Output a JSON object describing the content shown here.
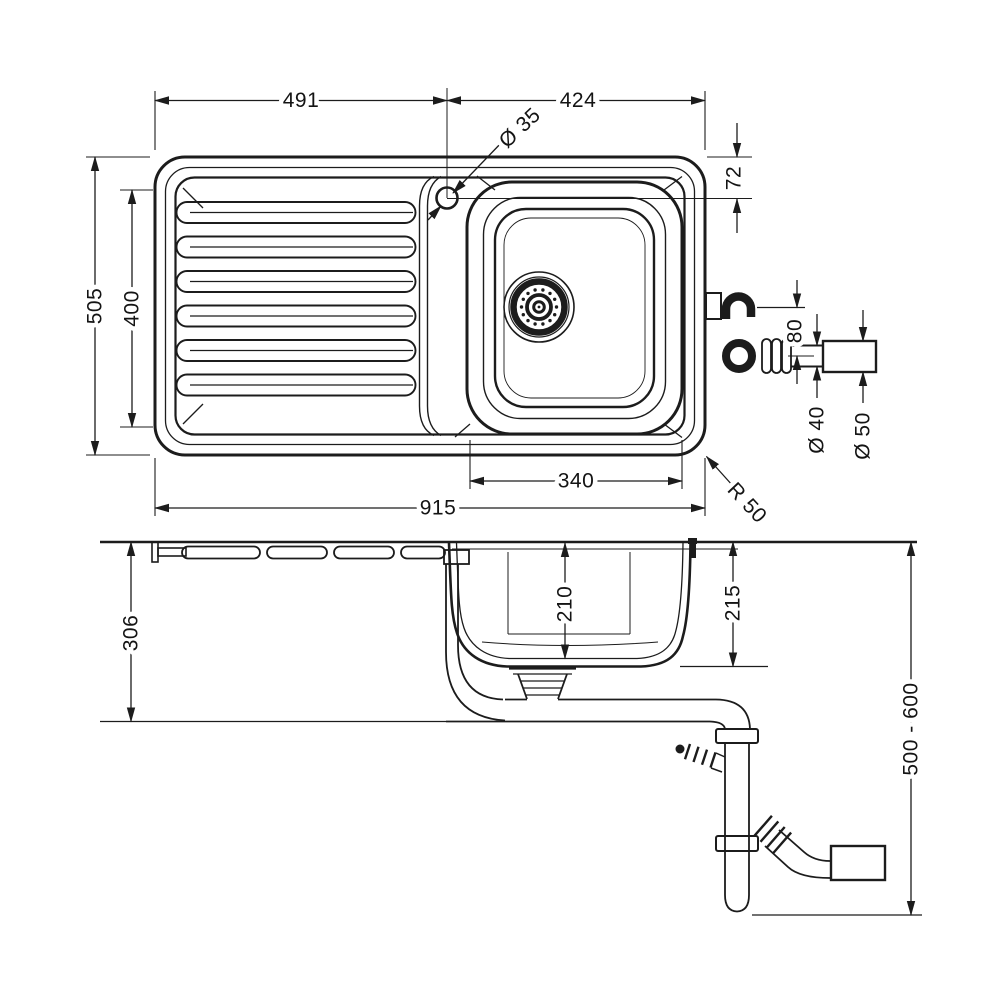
{
  "meta": {
    "type": "technical-dimension-drawing",
    "subject": "kitchen inset sink with drainboard, single bowl and drain plumbing",
    "colors": {
      "line": "#1c1c1c",
      "background": "#ffffff"
    }
  },
  "dimensions": {
    "top_width_left": "491",
    "top_width_right": "424",
    "faucet_hole_diameter": "Ø 35",
    "rim_to_bowl": "72",
    "overall_depth": "505",
    "drainboard_length": "400",
    "bowl_width": "340",
    "overall_width": "915",
    "corner_radius": "R 50",
    "overflow_offset": "80",
    "waste_pipe_diameter": "Ø 40",
    "outlet_pipe_diameter": "Ø 50",
    "install_depth": "306",
    "bowl_inner_depth": "210",
    "bowl_outer_depth": "215",
    "trap_height_range": "500 - 600"
  }
}
